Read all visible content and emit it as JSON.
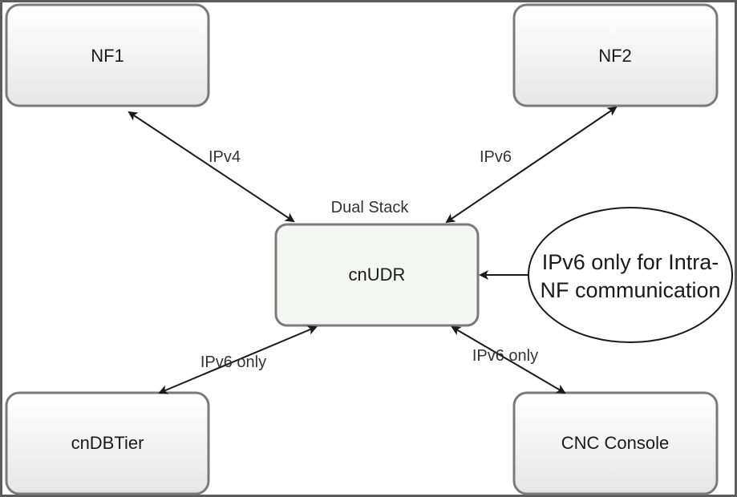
{
  "nodes": {
    "nf1": {
      "label": "NF1"
    },
    "nf2": {
      "label": "NF2"
    },
    "cnudr": {
      "label": "cnUDR",
      "caption": "Dual Stack"
    },
    "cndbtier": {
      "label": "cnDBTier"
    },
    "cnc_console": {
      "label": "CNC Console"
    }
  },
  "edges": {
    "nf1_cnudr": {
      "label": "IPv4"
    },
    "nf2_cnudr": {
      "label": "IPv6"
    },
    "cnudr_cndbtier": {
      "label": "IPv6 only"
    },
    "cnudr_cnc_console": {
      "label": "IPv6 only"
    }
  },
  "note": {
    "line1": "IPv6 only for Intra-",
    "line2": "NF communication"
  },
  "colors": {
    "box_border": "#7a7a7a",
    "box_fill_top": "#ffffff",
    "box_fill_bottom": "#e8e8e8",
    "center_fill": "#f4f6f4",
    "arrow": "#1a1a1a"
  }
}
